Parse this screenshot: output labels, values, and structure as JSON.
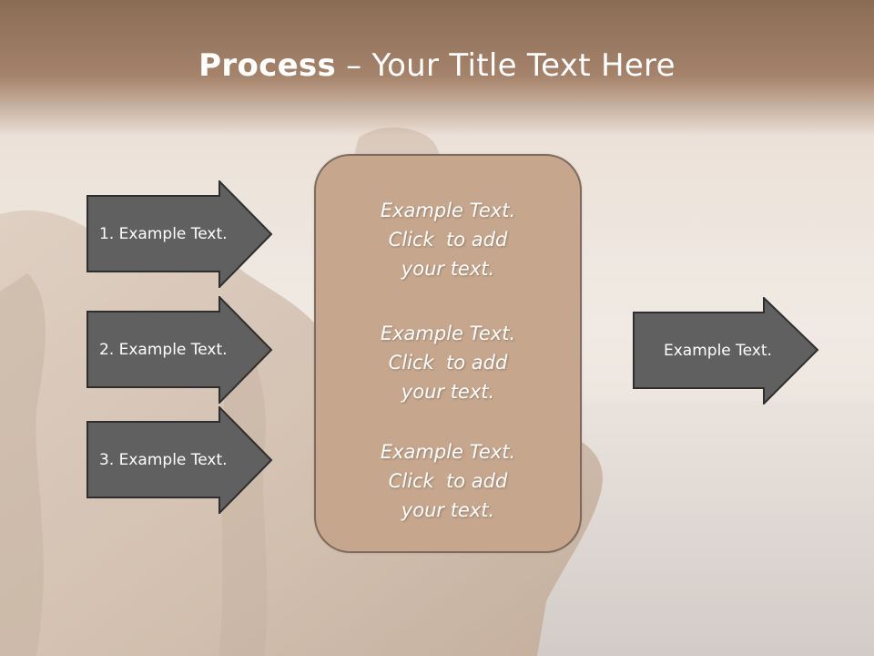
{
  "title": {
    "bold": "Process",
    "rest": " – Your Title Text Here"
  },
  "arrows": [
    {
      "label": "1. Example Text."
    },
    {
      "label": "2. Example Text."
    },
    {
      "label": "3. Example Text."
    }
  ],
  "center_box": {
    "paragraphs": [
      "Example Text.\nClick  to add\nyour text.",
      "Example Text.\nClick  to add\nyour text.",
      "Example Text.\nClick  to add\nyour text."
    ]
  },
  "output_arrow": {
    "label": "Example Text."
  },
  "colors": {
    "arrow_fill": "#606060",
    "arrow_stroke": "#2e2e2e",
    "box_fill": "#c6a68c",
    "box_stroke": "#7e6a5c",
    "title_bar": "#8a6c56",
    "text": "#ffffff"
  }
}
